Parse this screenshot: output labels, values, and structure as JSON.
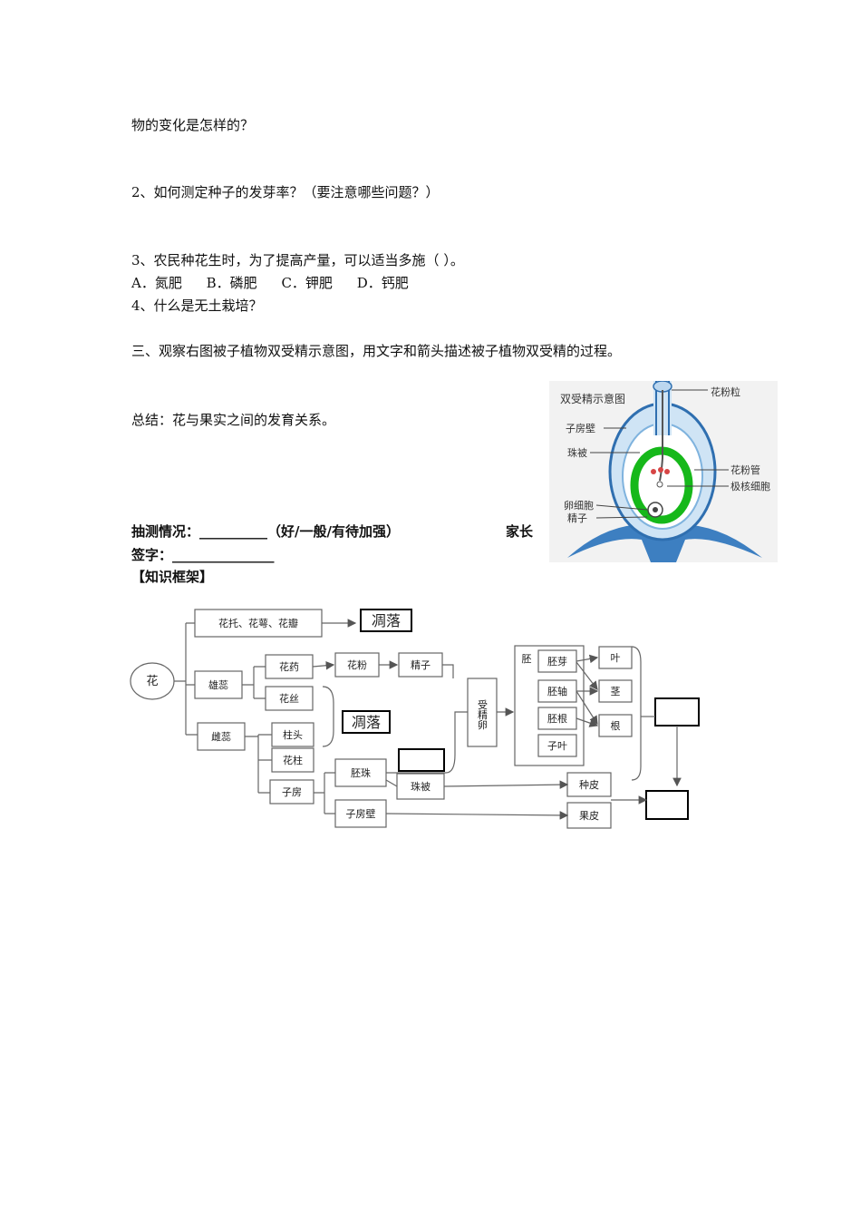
{
  "text": {
    "l1": "物的变化是怎样的？",
    "q2": "2、如何测定种子的发芽率？（要注意哪些问题？）",
    "q3": "3、农民种花生时，为了提高产量，可以适当多施（   ）。",
    "q3_options": [
      "A．氮肥",
      "B．磷肥",
      "C．钾肥",
      "D．钙肥"
    ],
    "q4": "4、什么是无土栽培？",
    "s3": "三、观察右图被子植物双受精示意图，用文字和箭头描述被子植物双受精的过程。",
    "summary": "总结：花与果实之间的发育关系。",
    "check": "抽测情况：__________（好/一般/有待加强）",
    "parent": "家长",
    "sign": "签字：_______________",
    "framework_title": "【知识框架】"
  },
  "figure": {
    "title": "双受精示意图",
    "labels": {
      "pollen_grain": "花粉粒",
      "ovary_wall": "子房壁",
      "integument": "珠被",
      "pollen_tube": "花粉管",
      "polar_nuclei": "极核细胞",
      "egg_cell": "卵细胞",
      "sperm": "精子"
    }
  },
  "framework": {
    "flower": "花",
    "receptacle_group": "花托、花萼、花瓣",
    "wither1": "凋落",
    "stamen": "雄蕊",
    "pistil": "雌蕊",
    "anther": "花药",
    "filament": "花丝",
    "pollen": "花粉",
    "sperm": "精子",
    "wither2": "凋落",
    "stigma": "柱头",
    "style": "花柱",
    "ovary": "子房",
    "ovule": "胚珠",
    "integument": "珠被",
    "ovary_wall": "子房壁",
    "fertilized_egg": "受精卵",
    "embryo": "胚",
    "plumule": "胚芽",
    "hypocotyl": "胚轴",
    "radicle": "胚根",
    "cotyledon": "子叶",
    "leaf": "叶",
    "stem": "茎",
    "root": "根",
    "seed_coat": "种皮",
    "pericarp": "果皮"
  }
}
